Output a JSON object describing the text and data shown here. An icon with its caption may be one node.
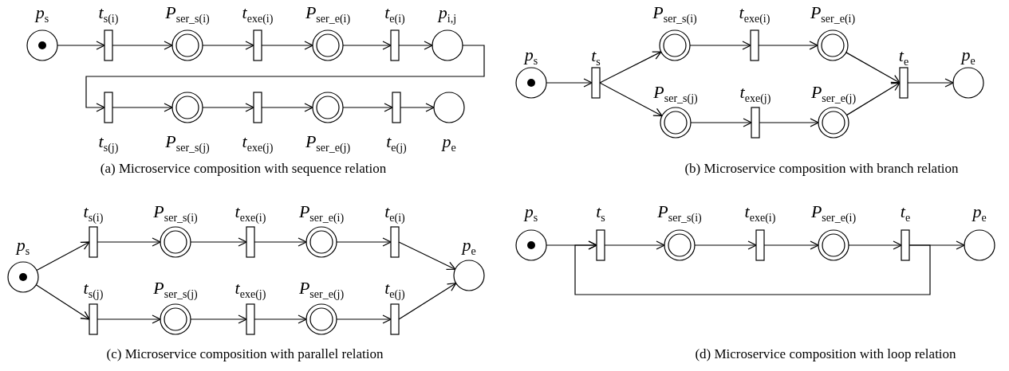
{
  "diagram": {
    "nodes": [
      {
        "text": [
          "*p*$_{s}$"
        ]
      },
      {
        "text": [
          "*t*$_{s(i)}$"
        ]
      },
      {
        "text": [
          "*P*$_{ser_s(i)}$"
        ]
      },
      {
        "text": [
          "*t*$_{exe(i)}$"
        ]
      },
      {
        "text": [
          "*P*$_{ser_e(i)}$"
        ]
      },
      {
        "text": [
          "*t*$_{e(i)}$"
        ]
      },
      {
        "text": [
          "*p*$_{i,j}$"
        ]
      },
      {
        "text": [
          "*t*$_{s(j)}$"
        ]
      },
      {
        "text": [
          "*P*$_{ser_s(j)}$"
        ]
      },
      {
        "text": [
          "*t*$_{exe(j)}$"
        ]
      },
      {
        "text": [
          "*P*$_{ser_e(j)}$"
        ]
      },
      {
        "text": [
          "*t*$_{e(j)}$"
        ]
      },
      {
        "text": [
          "*p*$_{e}$"
        ]
      },
      {
        "text": [
          "*p*$_{s}$"
        ]
      },
      {
        "text": [
          "*t*$_{s}$"
        ]
      },
      {
        "text": [
          "*P*$_{ser_s(i)}$"
        ]
      },
      {
        "text": [
          "*t*$_{exe(i)}$"
        ]
      },
      {
        "text": [
          "*P*$_{ser_e(i)}$"
        ]
      },
      {
        "text": [
          "*P*$_{ser_s(j)}$"
        ]
      },
      {
        "text": [
          "*t*$_{exe(j)}$"
        ]
      },
      {
        "text": [
          "*P*$_{ser_e(j)}$"
        ]
      },
      {
        "text": [
          "*t*$_{e}$"
        ]
      },
      {
        "text": [
          "*p*$_{e}$"
        ]
      },
      {
        "text": [
          "*p*$_{s}$"
        ]
      },
      {
        "text": [
          "*t*$_{s(i)}$"
        ]
      },
      {
        "text": [
          "*P*$_{ser_s(i)}$"
        ]
      },
      {
        "text": [
          "*t*$_{exe(i)}$"
        ]
      },
      {
        "text": [
          "*P*$_{ser_e(i)}$"
        ]
      },
      {
        "text": [
          "*t*$_{e(i)}$"
        ]
      },
      {
        "text": [
          "*t*$_{s(j)}$"
        ]
      },
      {
        "text": [
          "*P*$_{ser_s(j)}$"
        ]
      },
      {
        "text": [
          "*t*$_{exe(j)}$"
        ]
      },
      {
        "text": [
          "*P*$_{ser_e(j)}$"
        ]
      },
      {
        "text": [
          "*t*$_{e(j)}$"
        ]
      },
      {
        "text": [
          "*p*$_{e}$"
        ]
      },
      {
        "text": [
          "*p*$_{s}$"
        ]
      },
      {
        "text": [
          "*t*$_{s}$"
        ]
      },
      {
        "text": [
          "*P*$_{ser_s(i)}$"
        ]
      },
      {
        "text": [
          "*t*$_{exe(i)}$"
        ]
      },
      {
        "text": [
          "*P*$_{ser_e(i)}$"
        ]
      },
      {
        "text": [
          "*t*$_{e}$"
        ]
      },
      {
        "text": [
          "*p*$_{e}$"
        ]
      }
    ],
    "edges": [
      {
        "from": 0,
        "to": 1,
        "arrow": "to"
      },
      {
        "from": 1,
        "to": 2,
        "arrow": "to"
      },
      {
        "from": 2,
        "to": 3,
        "arrow": "to"
      },
      {
        "from": 3,
        "to": 4,
        "arrow": "to"
      },
      {
        "from": 4,
        "to": 5,
        "arrow": "to"
      },
      {
        "from": 5,
        "to": 6,
        "arrow": "to"
      },
      {
        "from": 6,
        "to": 7,
        "arrow": "to"
      },
      {
        "from": 7,
        "to": 8,
        "arrow": "to"
      },
      {
        "from": 8,
        "to": 9,
        "arrow": "to"
      },
      {
        "from": 9,
        "to": 10,
        "arrow": "to"
      },
      {
        "from": 10,
        "to": 11,
        "arrow": "to"
      },
      {
        "from": 11,
        "to": 12,
        "arrow": "to"
      },
      {
        "from": 13,
        "to": 14,
        "arrow": "to"
      },
      {
        "from": 14,
        "to": 15,
        "arrow": "to"
      },
      {
        "from": 14,
        "to": 18,
        "arrow": "to"
      },
      {
        "from": 15,
        "to": 16,
        "arrow": "to"
      },
      {
        "from": 16,
        "to": 17,
        "arrow": "to"
      },
      {
        "from": 17,
        "to": 21,
        "arrow": "to"
      },
      {
        "from": 18,
        "to": 19,
        "arrow": "to"
      },
      {
        "from": 19,
        "to": 20,
        "arrow": "to"
      },
      {
        "from": 20,
        "to": 21,
        "arrow": "to"
      },
      {
        "from": 21,
        "to": 22,
        "arrow": "to"
      },
      {
        "from": 23,
        "to": 24,
        "arrow": "to"
      },
      {
        "from": 23,
        "to": 29,
        "arrow": "to"
      },
      {
        "from": 24,
        "to": 25,
        "arrow": "to"
      },
      {
        "from": 25,
        "to": 26,
        "arrow": "to"
      },
      {
        "from": 26,
        "to": 27,
        "arrow": "to"
      },
      {
        "from": 27,
        "to": 28,
        "arrow": "to"
      },
      {
        "from": 28,
        "to": 34,
        "arrow": "to"
      },
      {
        "from": 29,
        "to": 30,
        "arrow": "to"
      },
      {
        "from": 30,
        "to": 31,
        "arrow": "to"
      },
      {
        "from": 31,
        "to": 32,
        "arrow": "to"
      },
      {
        "from": 32,
        "to": 33,
        "arrow": "to"
      },
      {
        "from": 33,
        "to": 34,
        "arrow": "to"
      },
      {
        "from": 35,
        "to": 36,
        "arrow": "to"
      },
      {
        "from": 36,
        "to": 37,
        "arrow": "to"
      },
      {
        "from": 37,
        "to": 38,
        "arrow": "to"
      },
      {
        "from": 38,
        "to": 39,
        "arrow": "to"
      },
      {
        "from": 39,
        "to": 40,
        "arrow": "to"
      },
      {
        "from": 40,
        "to": 41,
        "arrow": "to"
      },
      {
        "from": 40,
        "to": 36,
        "arrow": "to"
      }
    ],
    "labels": [
      "(a) Microservice composition with sequence relation",
      "(b) Microservice composition with branch relation",
      "(c) Microservice composition with parallel relation",
      "(d) Microservice composition with loop relation"
    ]
  }
}
